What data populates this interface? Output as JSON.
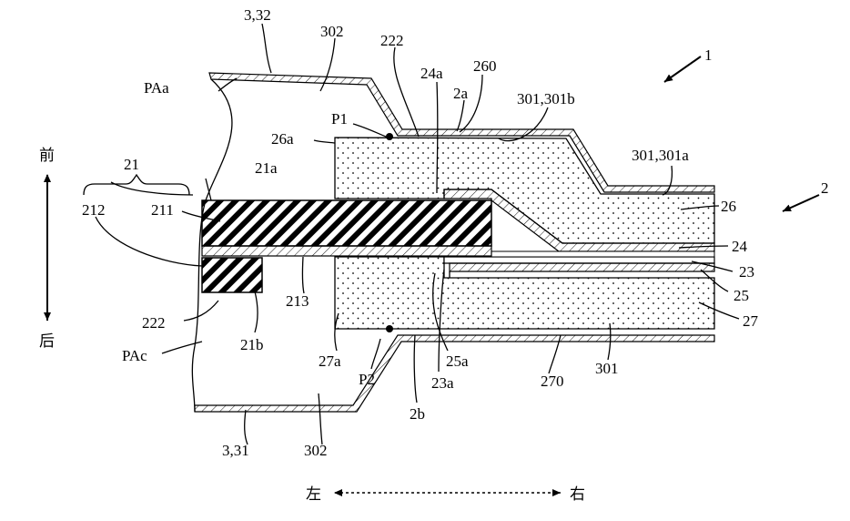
{
  "figure": {
    "number": "1",
    "labels": {
      "l_3_32": "3,32",
      "l_302_top": "302",
      "l_222_top": "222",
      "l_24a": "24a",
      "l_260": "260",
      "l_2a": "2a",
      "l_301_301b": "301,301b",
      "l_PAa": "PAa",
      "l_P1": "P1",
      "l_26a": "26a",
      "l_301_301a": "301,301a",
      "l_2": "2",
      "l_21": "21",
      "l_21a": "21a",
      "l_212": "212",
      "l_211": "211",
      "l_26": "26",
      "l_24": "24",
      "l_23": "23",
      "l_25": "25",
      "l_213": "213",
      "l_27": "27",
      "l_222_bottom": "222",
      "l_21b": "21b",
      "l_PAc": "PAc",
      "l_27a": "27a",
      "l_25a": "25a",
      "l_P2": "P2",
      "l_23a": "23a",
      "l_270": "270",
      "l_301_bottom": "301",
      "l_2b": "2b",
      "l_3_31": "3,31",
      "l_302_bottom": "302"
    },
    "directions": {
      "front": "前",
      "back": "后",
      "left": "左",
      "right": "右"
    }
  }
}
